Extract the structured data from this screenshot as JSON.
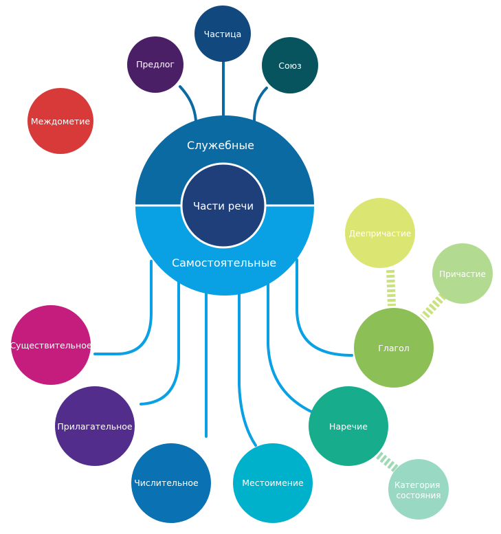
{
  "center": {
    "label": "Части речи",
    "color": "#1f3f7a"
  },
  "top_half": {
    "label": "Служебные",
    "color": "#0b6aa1"
  },
  "bottom_half": {
    "label": "Самостоятельные",
    "color": "#0aa0e4"
  },
  "service_parts": [
    {
      "id": "predlog",
      "label": "Предлог",
      "color": "#4b1f66"
    },
    {
      "id": "chastitsa",
      "label": "Частица",
      "color": "#11487e"
    },
    {
      "id": "soyuz",
      "label": "Союз",
      "color": "#07545e"
    }
  ],
  "standalone_node": {
    "id": "mezhdometie",
    "label": "Междометие",
    "color": "#d83a3a"
  },
  "independent_parts": [
    {
      "id": "sushchestvitelnoe",
      "label": "Существительное",
      "color": "#c51d7e"
    },
    {
      "id": "prilagatelnoe",
      "label": "Прилагательное",
      "color": "#532d8c"
    },
    {
      "id": "chislitelnoe",
      "label": "Числительное",
      "color": "#0a72b2"
    },
    {
      "id": "mestoimenie",
      "label": "Местоимение",
      "color": "#00b1cc"
    },
    {
      "id": "narechie",
      "label": "Наречие",
      "color": "#17ad8c"
    },
    {
      "id": "glagol",
      "label": "Глагол",
      "color": "#8cc056"
    }
  ],
  "sub_parts": [
    {
      "id": "deeprichastie",
      "parent": "glagol",
      "label": "Деепричастие",
      "color": "#dbe572"
    },
    {
      "id": "prichastie",
      "parent": "glagol",
      "label": "Причастие",
      "color": "#b2db91"
    },
    {
      "id": "kategoriya",
      "parent": "narechie",
      "label_lines": [
        "Категория",
        "состояния"
      ],
      "color": "#99d9c4"
    }
  ],
  "connector_colors": {
    "service": "#0b6aa1",
    "independent": "#0aa0e4",
    "dash_glagol": "#c9e27f",
    "dash_narechie": "#9fd9b4"
  }
}
